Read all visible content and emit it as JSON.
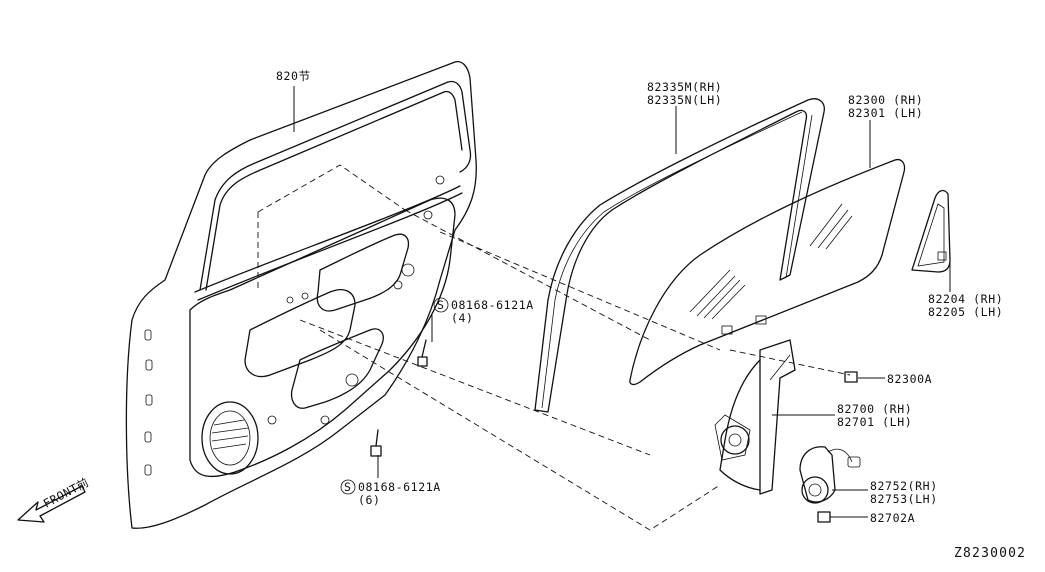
{
  "diagram": {
    "code": "Z8230002",
    "front_label": "FRONT前",
    "labels": {
      "door_panel": "820节",
      "sash_rh": "82335M(RH)",
      "sash_lh": "82335N(LH)",
      "glass_rh": "82300 (RH)",
      "glass_lh": "82301 (LH)",
      "corner_rh": "82204 (RH)",
      "corner_lh": "82205 (LH)",
      "bolt_upper": "08168-6121A",
      "bolt_upper_qty": "(4)",
      "bolt_lower": "08168-6121A",
      "bolt_lower_qty": "(6)",
      "glass_bolt": "82300A",
      "regulator_rh": "82700 (RH)",
      "regulator_lh": "82701 (LH)",
      "motor_rh": "82752(RH)",
      "motor_lh": "82753(LH)",
      "motor_bolt": "82702A"
    }
  }
}
